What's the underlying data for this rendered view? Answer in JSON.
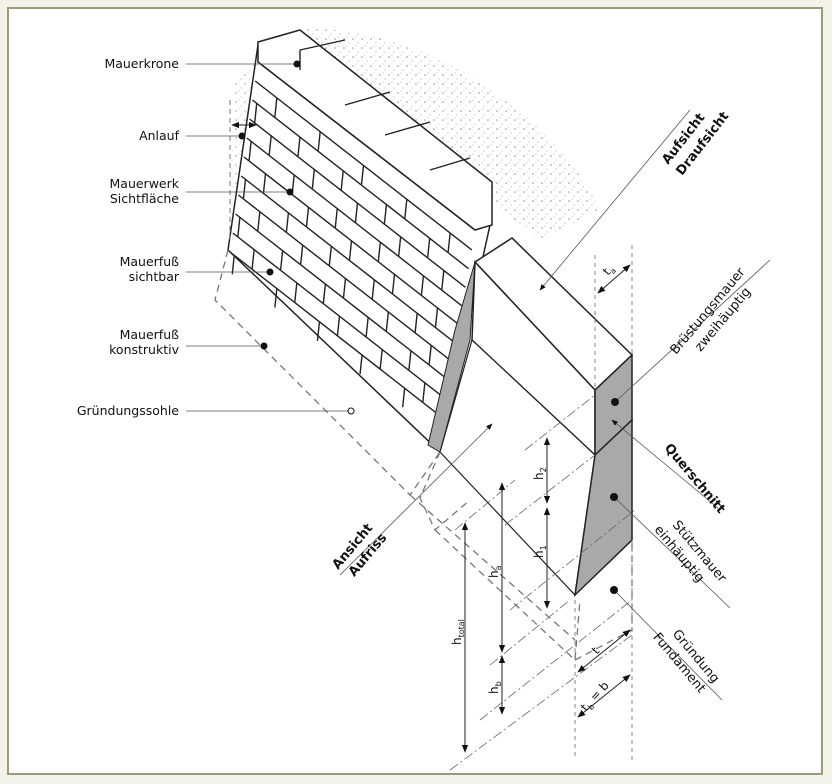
{
  "left_labels": [
    {
      "text": "Mauerkrone"
    },
    {
      "text": "Anlauf"
    },
    {
      "line1": "Mauerwerk",
      "line2": "Sichtfläche"
    },
    {
      "line1": "Mauerfuß",
      "line2": "sichtbar"
    },
    {
      "line1": "Mauerfuß",
      "line2": "konstruktiv"
    },
    {
      "text": "Gründungssohle"
    }
  ],
  "right_labels": {
    "aufsicht": {
      "line1": "Aufsicht",
      "line2": "Draufsicht"
    },
    "bruestung": {
      "line1": "Brüstungsmauer",
      "line2": "zweihäuptig"
    },
    "querschnitt": {
      "text": "Querschnitt"
    },
    "stuetz": {
      "line1": "Stützmauer",
      "line2": "einhäuptig"
    },
    "gruendung": {
      "line1": "Gründung",
      "line2": "Fundament"
    },
    "ansicht": {
      "line1": "Ansicht",
      "line2": "Aufriss"
    }
  },
  "dimensions": {
    "ta": {
      "base": "t",
      "sub": "a"
    },
    "t": {
      "base": "t"
    },
    "tb": {
      "base": "t",
      "sub": "b",
      "suffix": " = b"
    },
    "h2": {
      "base": "h",
      "sub": "2"
    },
    "h1": {
      "base": "h",
      "sub": "1"
    },
    "ha": {
      "base": "h",
      "sub": "a"
    },
    "hb": {
      "base": "h",
      "sub": "b"
    },
    "htotal": {
      "base": "h",
      "sub": "total"
    }
  },
  "colors": {
    "frame": "#9c9c7c",
    "section_fill": "#a9a9a9"
  }
}
